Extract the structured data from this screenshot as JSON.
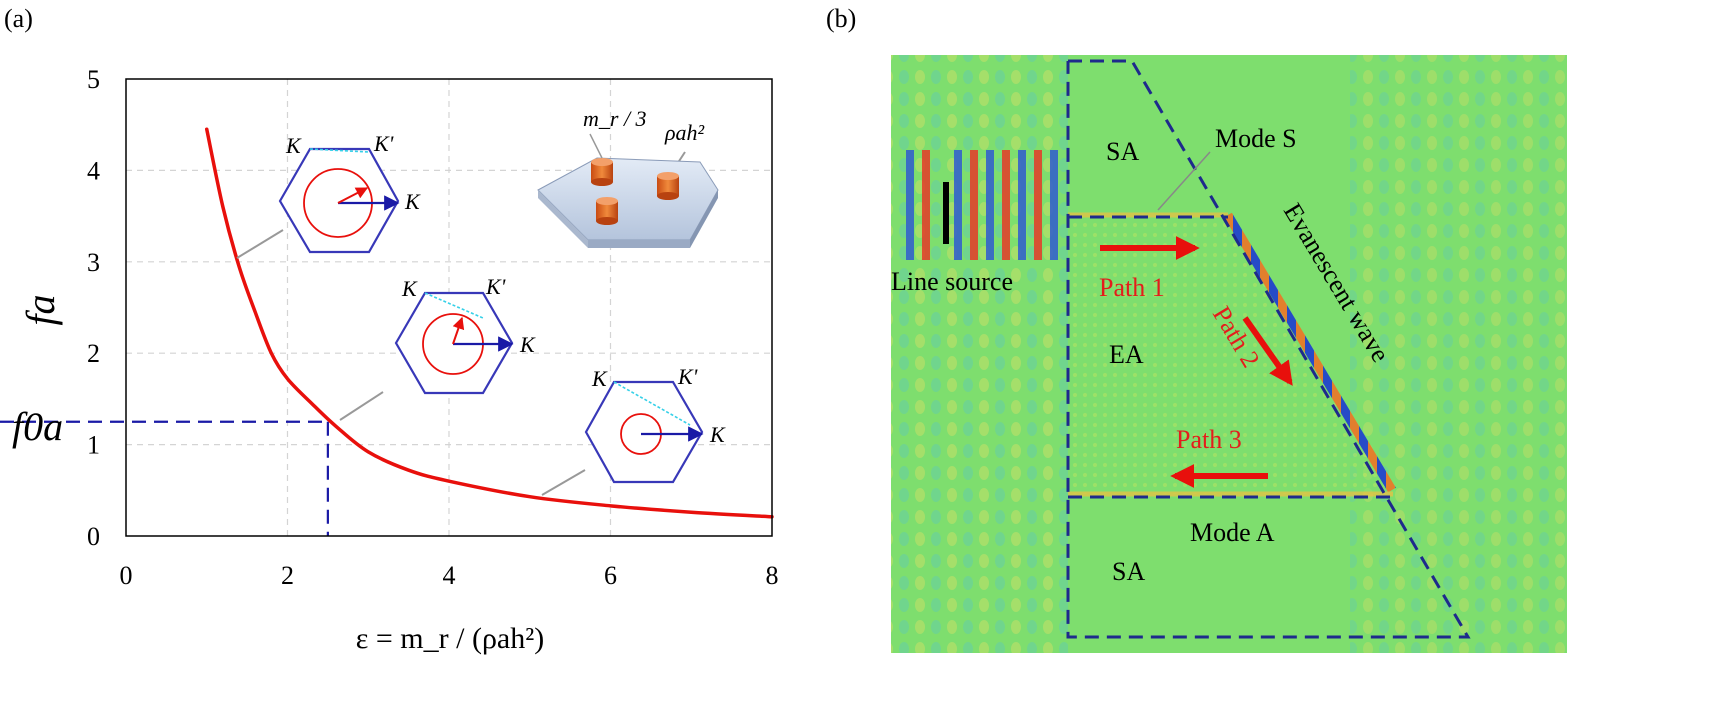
{
  "panel_a": {
    "label": "(a)",
    "ylabel": "fa",
    "y_marker_label": "f0a",
    "xlabel": "ε = m_r / (ρah²)",
    "hex_labels": {
      "K": "K",
      "K_prime": "K'"
    },
    "inset_labels": {
      "mass": "m_r / 3",
      "plate": "ρah²"
    }
  },
  "chart_data": {
    "type": "line",
    "title": "",
    "xlabel": "ε = m_r / (ρah²)",
    "ylabel": "fa",
    "xlim": [
      0,
      8
    ],
    "ylim": [
      0,
      5
    ],
    "xticks": [
      0,
      2,
      4,
      6,
      8
    ],
    "yticks": [
      0,
      1,
      2,
      3,
      4,
      5
    ],
    "grid": true,
    "series": [
      {
        "color": "#e8100c",
        "x": [
          1.0,
          1.2,
          1.4,
          1.6,
          1.8,
          2.0,
          2.3,
          2.6,
          3.0,
          3.5,
          4.0,
          5.0,
          6.0,
          7.0,
          8.0
        ],
        "y": [
          4.45,
          3.6,
          2.95,
          2.45,
          2.0,
          1.72,
          1.45,
          1.2,
          0.92,
          0.72,
          0.6,
          0.43,
          0.33,
          0.26,
          0.21
        ]
      }
    ],
    "marker": {
      "x": 2.5,
      "y": 1.25,
      "style": "dashed",
      "color": "#1a1aa6"
    }
  },
  "panel_b": {
    "label": "(b)",
    "regions": [
      "SA",
      "EA",
      "SA"
    ],
    "modes": [
      "Mode S",
      "Mode A"
    ],
    "source": "Line source",
    "paths": [
      "Path 1",
      "Path 2",
      "Path 3"
    ],
    "evanescent": "Evanescent wave"
  }
}
